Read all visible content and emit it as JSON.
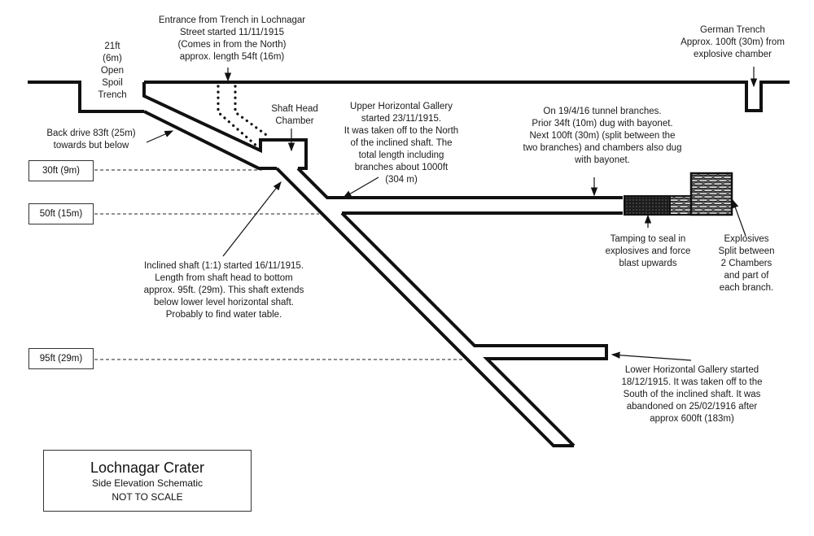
{
  "title": {
    "main": "Lochnagar Crater",
    "subtitle": "Side Elevation Schematic",
    "note": "NOT TO SCALE"
  },
  "depth_markers": [
    {
      "label": "30ft (9m)"
    },
    {
      "label": "50ft (15m)"
    },
    {
      "label": "95ft (29m)"
    }
  ],
  "annotations": {
    "spoil_trench": "21ft\n(6m)\nOpen\nSpoil\nTrench",
    "entrance": "Entrance from Trench in Lochnagar\nStreet started 11/11/1915\n(Comes in from the North)\napprox. length 54ft (16m)",
    "german_trench": "German Trench\nApprox. 100ft (30m) from\nexplosive chamber",
    "back_drive": "Back drive 83ft (25m)\ntowards but below",
    "shaft_head": "Shaft Head\nChamber",
    "upper_gallery": "Upper Horizontal Gallery\nstarted 23/11/1915.\nIt was taken off to the North\nof the inclined shaft. The\ntotal length including\nbranches about 1000ft\n(304 m)",
    "tunnel_branches": "On 19/4/16 tunnel branches.\nPrior 34ft (10m) dug with bayonet.\nNext 100ft (30m) (split between the\ntwo branches) and chambers also dug\nwith bayonet.",
    "tamping": "Tamping to seal in\nexplosives and force\nblast upwards",
    "explosives": "Explosives\nSplit between\n2 Chambers\nand part  of\neach branch.",
    "inclined_shaft": "Inclined shaft (1:1)  started 16/11/1915.\nLength from shaft head to bottom\napprox. 95ft. (29m).  This shaft extends\nbelow lower level horizontal shaft.\nProbably to find water table.",
    "lower_gallery": "Lower Horizontal Gallery started\n18/12/1915.  It was taken off to the\nSouth of the inclined shaft.   It was\nabandoned on 25/02/1916 after\napprox 600ft (183m)"
  },
  "colors": {
    "line": "#111111",
    "tamping": "#2a2a2a",
    "brick": "#ffffff"
  }
}
